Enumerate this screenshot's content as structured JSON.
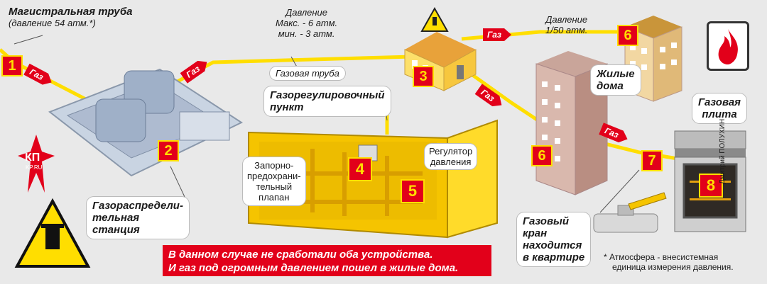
{
  "labels": {
    "main_pipe_title": "Магистральная труба",
    "main_pipe_pressure": "(давление 54 атм.*)",
    "pressure1_line1": "Давление",
    "pressure1_line2": "Макс. - 6 атм.",
    "pressure1_line3": "мин. - 3 атм.",
    "pressure2_line1": "Давление",
    "pressure2_line2": "1/50 атм.",
    "gas_pipe": "Газовая труба",
    "grp_line1": "Газорегулировочный",
    "grp_line2": "пункт",
    "gds_line1": "Газораспредели-",
    "gds_line2": "тельная",
    "gds_line3": "станция",
    "residential_line1": "Жилые",
    "residential_line2": "дома",
    "stove_line1": "Газовая",
    "stove_line2": "плита",
    "valve_line1": "Запорно-",
    "valve_line2": "предохрани-",
    "valve_line3": "тельный",
    "valve_line4": "плапан",
    "regulator_line1": "Регулятор",
    "regulator_line2": "давления",
    "tap_line1": "Газовый",
    "tap_line2": "кран",
    "tap_line3": "находится",
    "tap_line4": "в квартире",
    "warning_line1": "В данном случае не сработали оба устройства.",
    "warning_line2": "И газ под огромным давлением пошел в жилые дома.",
    "footnote_line1": "* Атмосфера - внесистемная",
    "footnote_line2": "единица измерения давления.",
    "author": "Дмитрий ПОЛУХИН",
    "logo_text": "КП",
    "logo_sub": "KP.RU"
  },
  "gas_arrows": [
    "Газ",
    "Газ",
    "Газ",
    "Газ",
    "Газ"
  ],
  "badges": [
    "1",
    "2",
    "3",
    "4",
    "5",
    "6",
    "6",
    "7",
    "8"
  ],
  "colors": {
    "pipe": "#ffde00",
    "badge": "#e2001a",
    "accent": "#e2001a",
    "building": "#b0b0b0",
    "cabinet": "#f5c400"
  },
  "icons": [
    "warning-sign-icon",
    "fire-icon",
    "valve-icon"
  ]
}
